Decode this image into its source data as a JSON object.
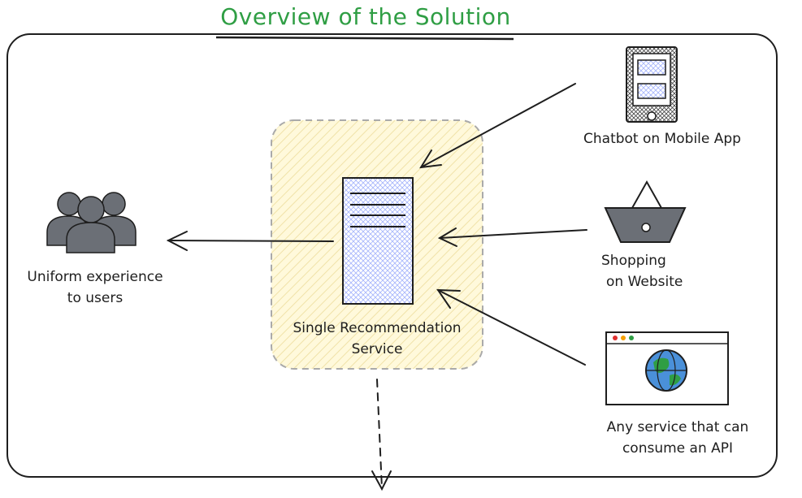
{
  "title": "Overview of the Solution",
  "nodes": {
    "users": {
      "label_line1": "Uniform experience",
      "label_line2": "to users",
      "icon": "users-group-icon"
    },
    "service": {
      "label_line1": "Single Recommendation",
      "label_line2": "Service",
      "icon": "server-icon"
    },
    "mobile": {
      "label": "Chatbot on Mobile App",
      "icon": "mobile-phone-icon"
    },
    "shopping": {
      "label_line1": "Shopping",
      "label_line2": "on Website",
      "icon": "shopping-basket-icon"
    },
    "api": {
      "label_line1": "Any service that can",
      "label_line2": "consume an API",
      "icon": "browser-globe-icon"
    }
  },
  "colors": {
    "title": "#2f9e44",
    "stroke": "#1e1e1e",
    "service_fill": "#fff9db",
    "service_border": "#aaaaaa",
    "icon_gray": "#6b6f76",
    "hatch_blue": "#a5b4fc",
    "globe_blue": "#4a90d9",
    "globe_green": "#2f9e44"
  }
}
